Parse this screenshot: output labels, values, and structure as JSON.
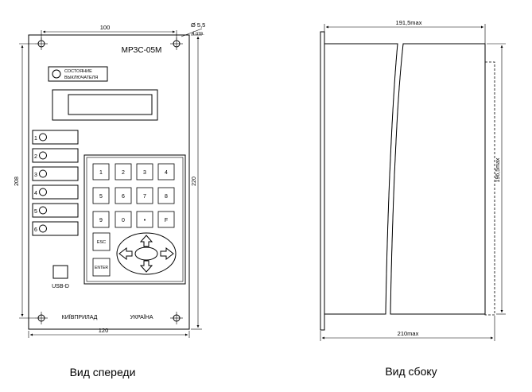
{
  "front_view": {
    "model": "МРЗС-05М",
    "breaker_status_label": [
      "СОСТОЯНИЕ",
      "ВЫКЛЮЧАТЕЛЯ"
    ],
    "indicators": [
      "1",
      "2",
      "3",
      "4",
      "5",
      "6"
    ],
    "keypad": {
      "row1": [
        "1",
        "2",
        "3",
        "4"
      ],
      "row2": [
        "5",
        "6",
        "7",
        "8"
      ],
      "row3": [
        "9",
        "0",
        "•",
        "F"
      ],
      "esc": "ESC",
      "enter": "ENTER"
    },
    "usb_label": "USB-D",
    "maker_left": "КИЇВПРИЛАД",
    "maker_right": "УКРАЇНА",
    "dimensions": {
      "top_width": "100",
      "hole_diameter": "Ø 5,5",
      "hole_count": "4 отв.",
      "left_height": "208",
      "right_height": "220",
      "bottom_width": "120"
    },
    "caption": "Вид спереди"
  },
  "side_view": {
    "dimensions": {
      "top_width": "191,5max",
      "right_height": "196,5max",
      "bottom_width": "210max"
    },
    "caption": "Вид сбоку"
  }
}
